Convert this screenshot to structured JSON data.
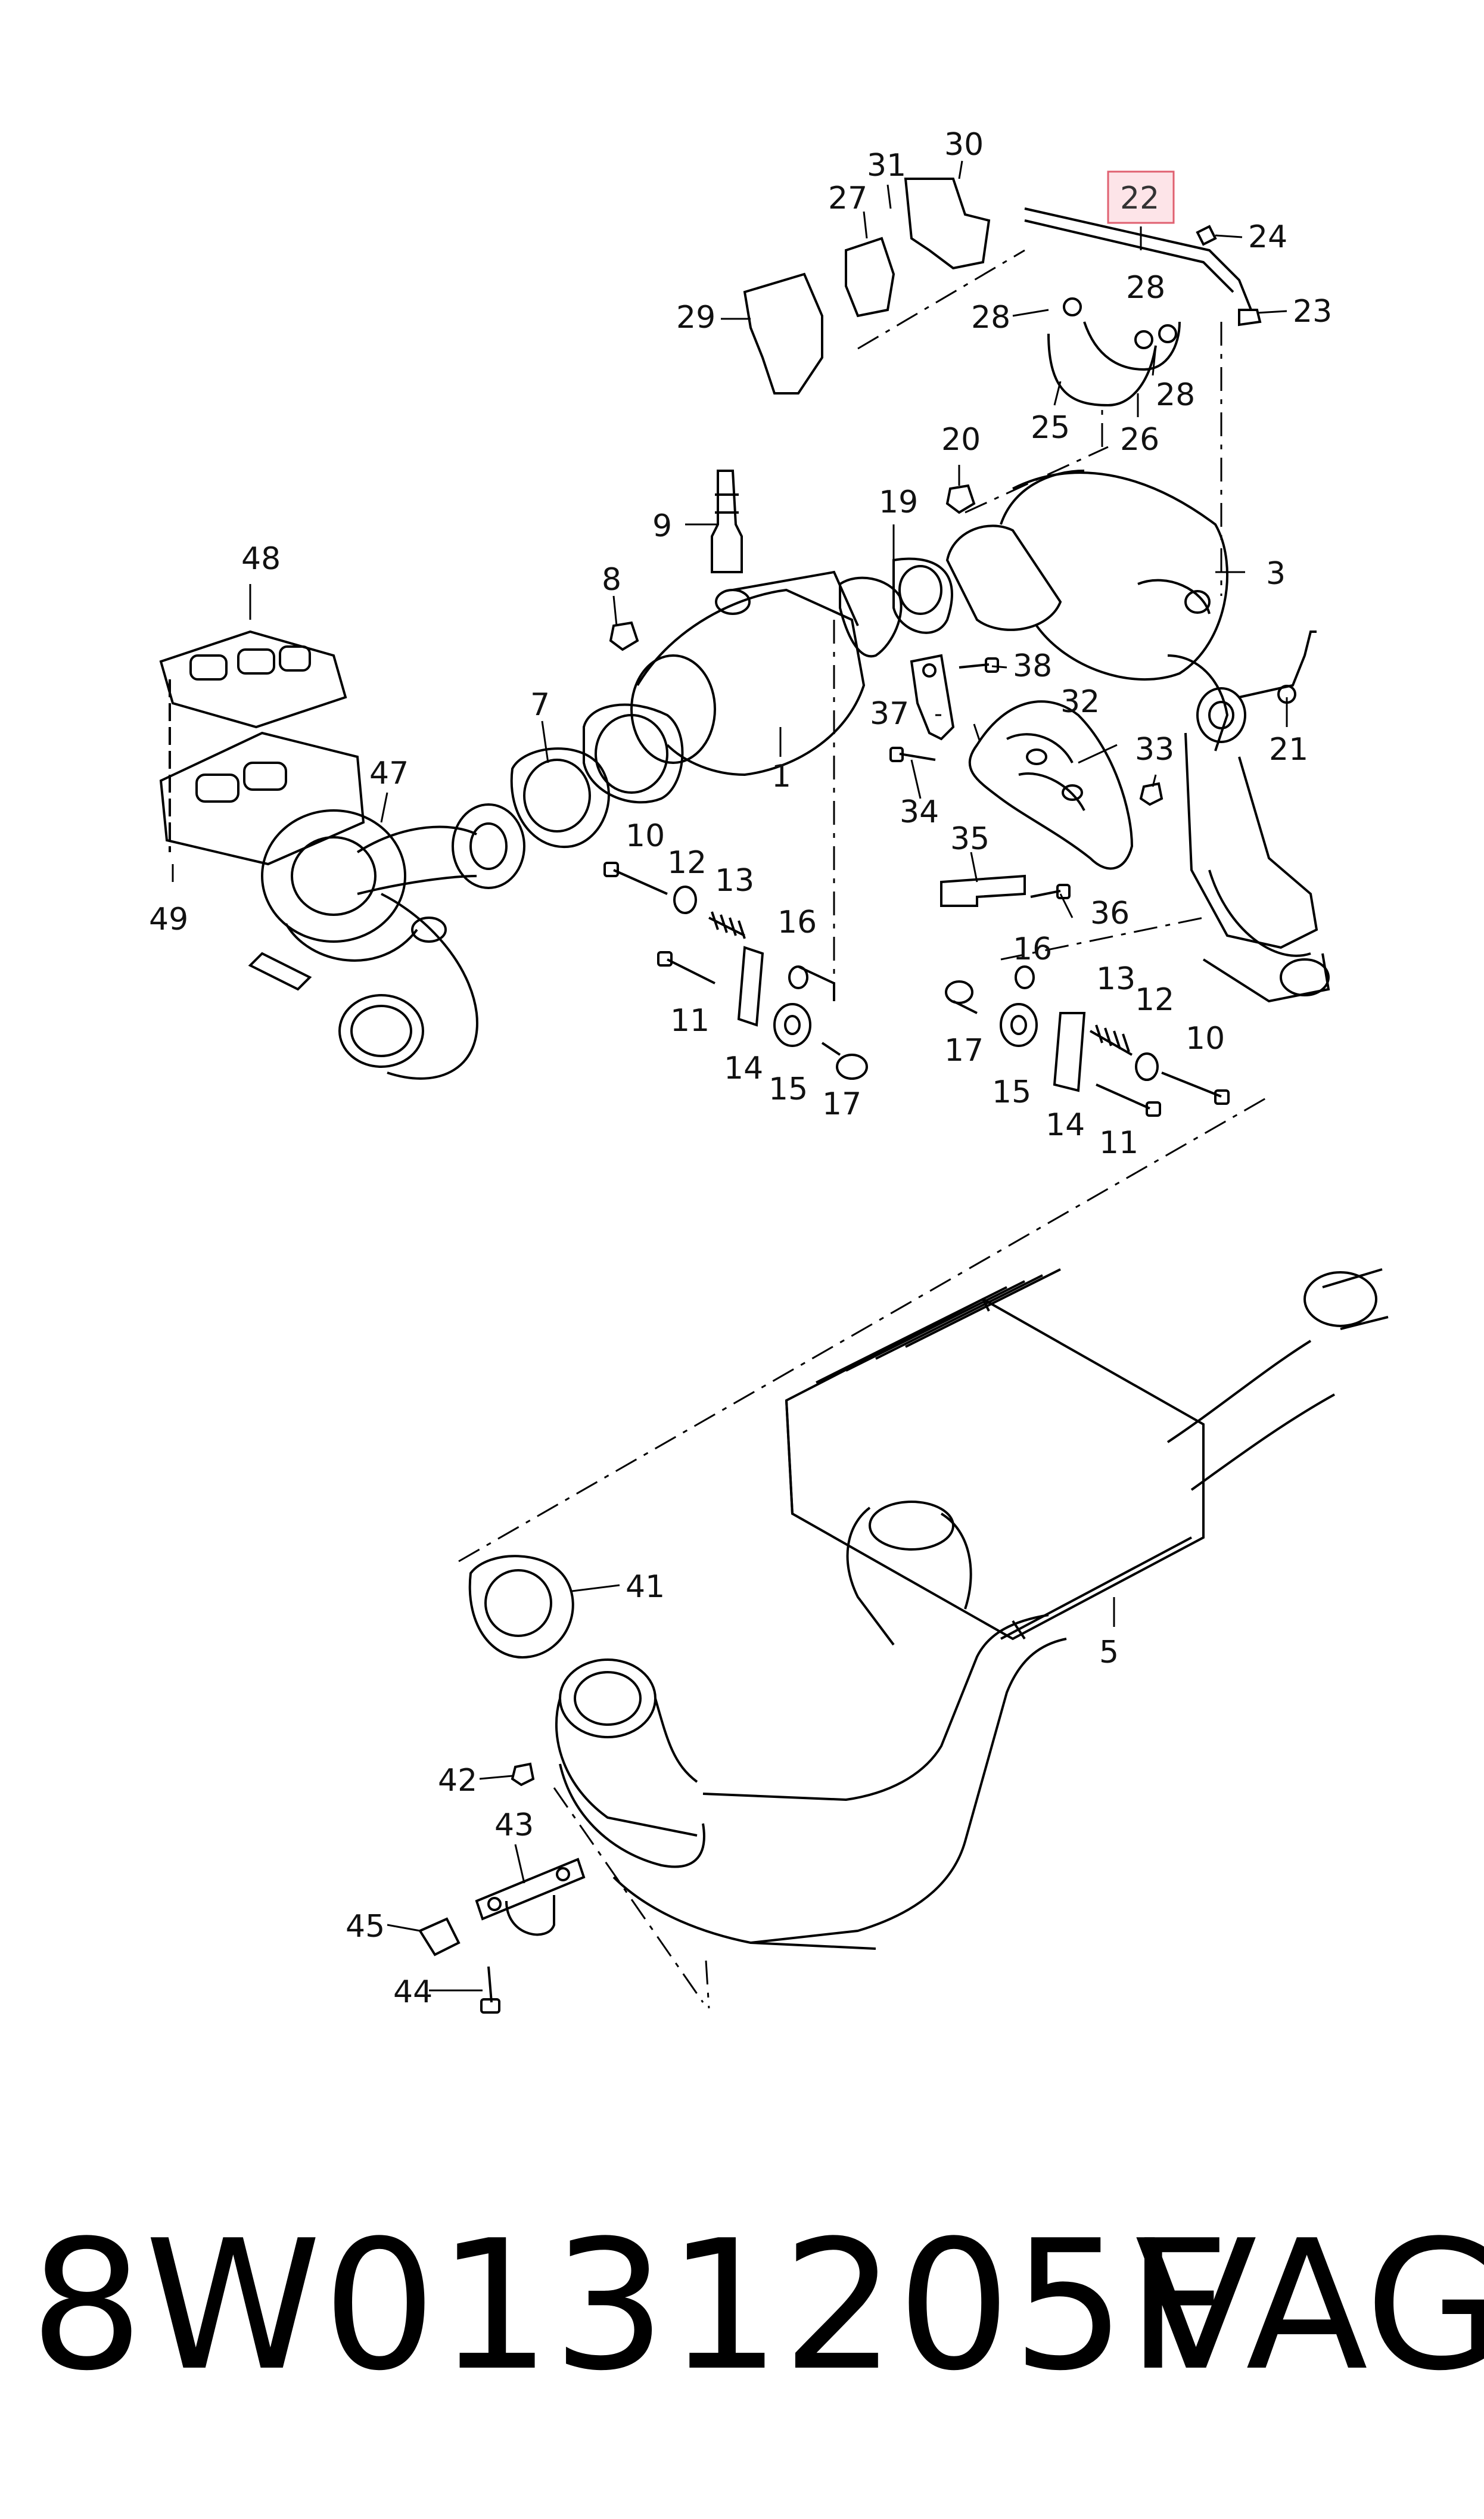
{
  "callouts": [
    "1",
    "3",
    "5",
    "7",
    "8",
    "9",
    "10",
    "11",
    "12",
    "13",
    "14",
    "15",
    "16",
    "17",
    "19",
    "20",
    "21",
    "22",
    "23",
    "24",
    "25",
    "26",
    "27",
    "28",
    "29",
    "30",
    "31",
    "32",
    "33",
    "34",
    "35",
    "36",
    "37",
    "38",
    "41",
    "42",
    "43",
    "44",
    "45",
    "47",
    "48",
    "49"
  ],
  "highlighted_callout": "22",
  "footer": {
    "part_number": "8W0131205F",
    "brand": "VAG"
  },
  "colors": {
    "line": "#000000",
    "highlight_fill": "#fde4e8",
    "highlight_stroke": "#e06070",
    "background": "#ffffff"
  }
}
